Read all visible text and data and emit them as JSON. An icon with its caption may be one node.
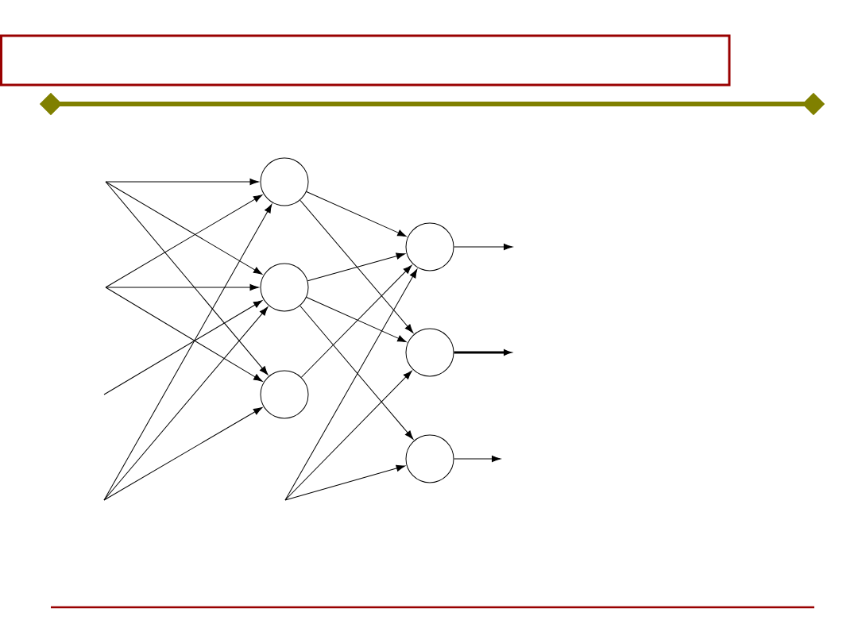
{
  "diagram": {
    "nodes": [
      {
        "text": [],
        "shape": "circle"
      },
      {
        "text": [],
        "shape": "circle"
      },
      {
        "text": [],
        "shape": "circle"
      },
      {
        "text": [],
        "shape": "circle"
      },
      {
        "text": [],
        "shape": "circle"
      },
      {
        "text": [],
        "shape": "circle"
      }
    ],
    "edges": [
      {
        "from": null,
        "to": 0,
        "arrow": "to"
      },
      {
        "from": null,
        "to": 1,
        "arrow": "to"
      },
      {
        "from": null,
        "to": 2,
        "arrow": "to"
      },
      {
        "from": null,
        "to": 0,
        "arrow": "to"
      },
      {
        "from": null,
        "to": 1,
        "arrow": "to"
      },
      {
        "from": null,
        "to": 2,
        "arrow": "to"
      },
      {
        "from": null,
        "to": 1,
        "arrow": "to"
      },
      {
        "from": null,
        "to": 0,
        "arrow": "to"
      },
      {
        "from": null,
        "to": 1,
        "arrow": "to"
      },
      {
        "from": null,
        "to": 2,
        "arrow": "to"
      },
      {
        "from": 0,
        "to": 3,
        "arrow": "to"
      },
      {
        "from": 0,
        "to": 4,
        "arrow": "to"
      },
      {
        "from": 1,
        "to": 3,
        "arrow": "to"
      },
      {
        "from": 1,
        "to": 4,
        "arrow": "to"
      },
      {
        "from": 1,
        "to": 5,
        "arrow": "to"
      },
      {
        "from": 2,
        "to": 3,
        "arrow": "to"
      },
      {
        "from": null,
        "to": 3,
        "arrow": "to"
      },
      {
        "from": null,
        "to": 4,
        "arrow": "to"
      },
      {
        "from": null,
        "to": 5,
        "arrow": "to"
      },
      {
        "from": 3,
        "to": null,
        "arrow": "to"
      },
      {
        "from": 4,
        "to": null,
        "arrow": "to",
        "style": "thick"
      },
      {
        "from": 5,
        "to": null,
        "arrow": "to"
      }
    ]
  }
}
